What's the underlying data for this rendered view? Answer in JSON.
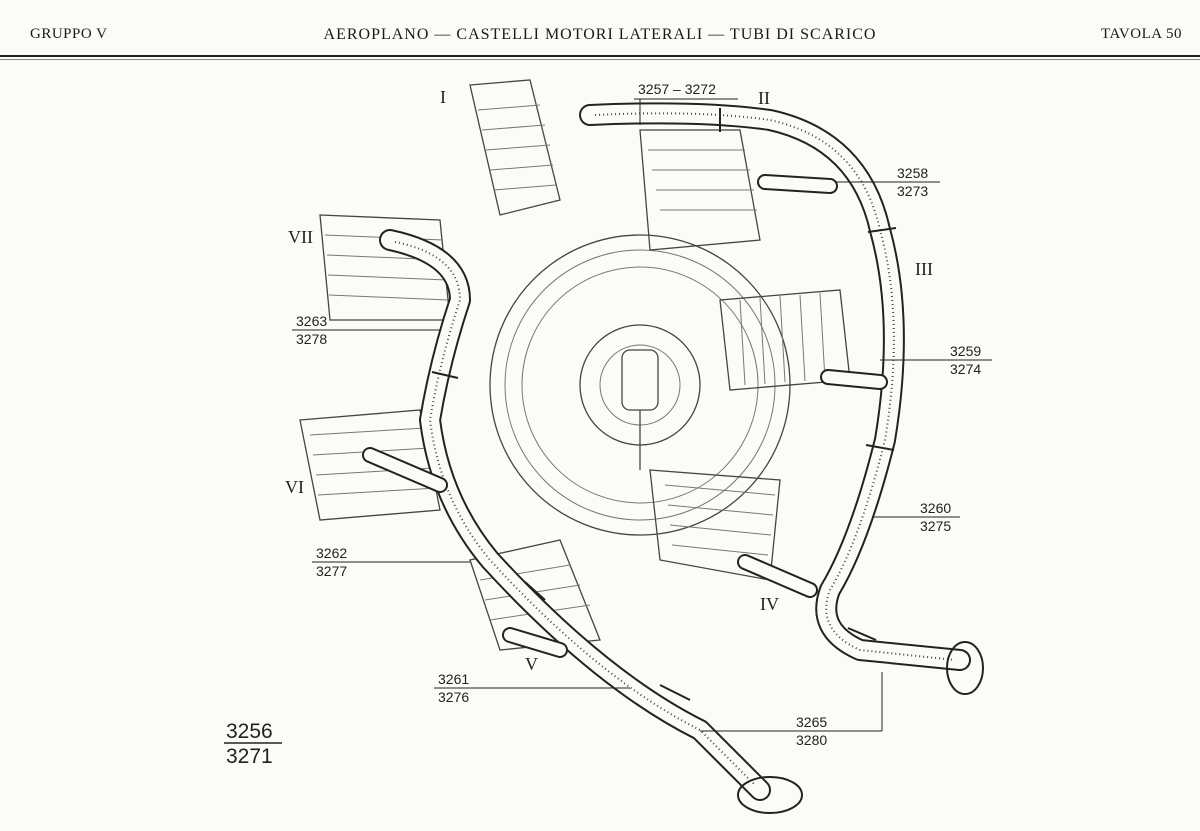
{
  "header": {
    "left": "GRUPPO V",
    "center": "AEROPLANO — CASTELLI MOTORI LATERALI — TUBI DI SCARICO",
    "right": "TAVOLA 50"
  },
  "cylinders": [
    "I",
    "II",
    "III",
    "IV",
    "V",
    "VI",
    "VII"
  ],
  "part_labels": [
    {
      "top": "3257 – 3272",
      "bottom": ""
    },
    {
      "top": "3258",
      "bottom": "3273"
    },
    {
      "top": "3259",
      "bottom": "3274"
    },
    {
      "top": "3260",
      "bottom": "3275"
    },
    {
      "top": "3261",
      "bottom": "3276"
    },
    {
      "top": "3262",
      "bottom": "3277"
    },
    {
      "top": "3263",
      "bottom": "3278"
    },
    {
      "top": "3265",
      "bottom": "3280"
    }
  ],
  "assembly": {
    "top": "3256",
    "bottom": "3271"
  }
}
